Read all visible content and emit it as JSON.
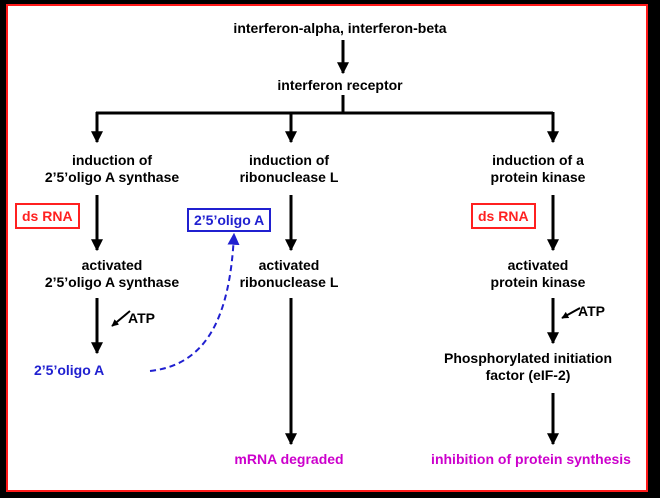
{
  "nodes": {
    "interferon": "interferon-alpha, interferon-beta",
    "receptor": "interferon receptor",
    "synthase_induction": [
      "induction of",
      "2’5’oligo A synthase"
    ],
    "rnase_induction": [
      "induction of",
      "ribonuclease L"
    ],
    "kinase_induction": [
      "induction of a",
      "protein kinase"
    ],
    "synthase_activated": [
      "activated",
      "2’5’oligo A synthase"
    ],
    "rnase_activated": [
      "activated",
      "ribonuclease L"
    ],
    "kinase_activated": [
      "activated",
      "protein kinase"
    ],
    "oligo_product": "2’5’oligo A",
    "eif2": [
      "Phosphorylated initiation",
      "factor (eIF-2)"
    ]
  },
  "boxes": {
    "dsrna_left": "ds RNA",
    "dsrna_right": "ds RNA",
    "oligo_boxed": "2’5’oligo A"
  },
  "cofactors": {
    "atp_left": "ATP",
    "atp_right": "ATP"
  },
  "outcomes": {
    "mrna": "mRNA degraded",
    "protein": "inhibition of protein synthesis"
  },
  "colors": {
    "border": "#ff1a1a",
    "box_red": "#ff2020",
    "blue": "#2020d0",
    "magenta": "#cc00cc"
  }
}
